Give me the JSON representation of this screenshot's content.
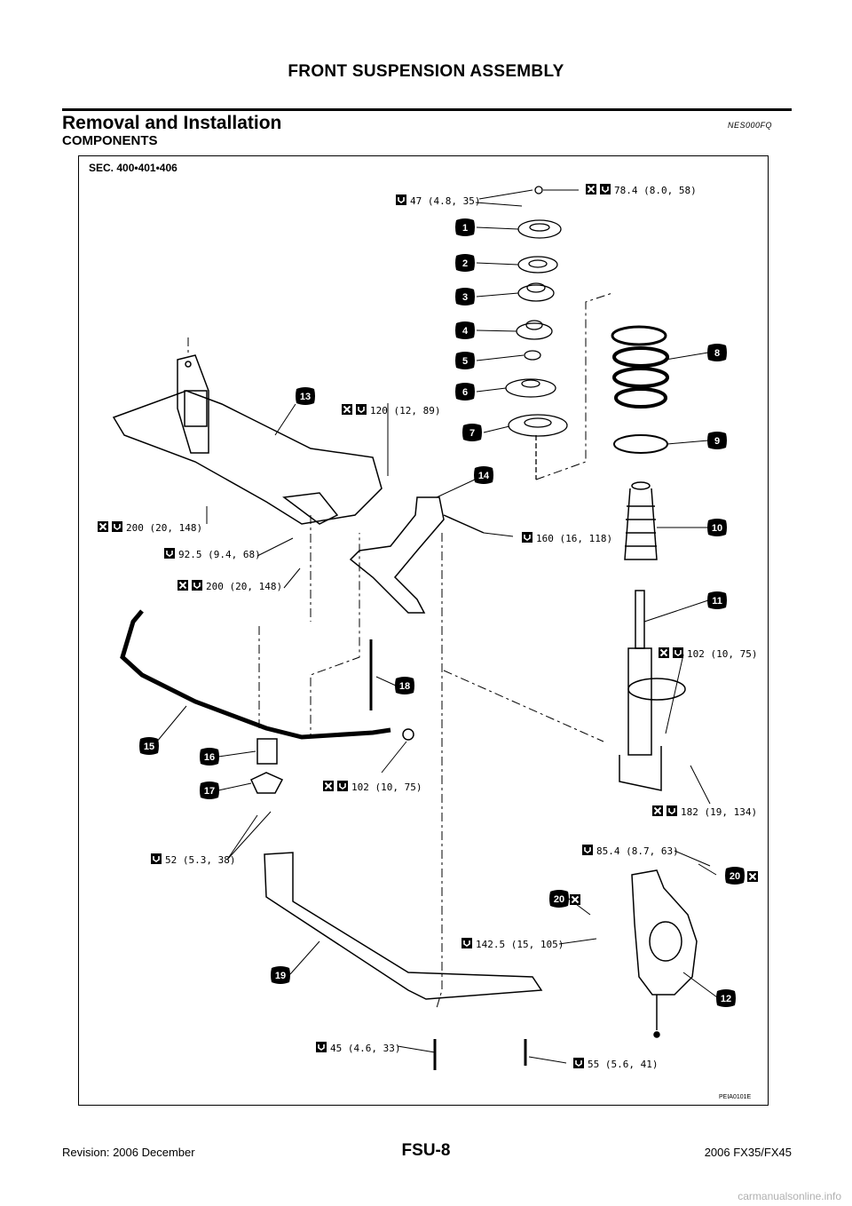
{
  "header": {
    "title": "FRONT SUSPENSION ASSEMBLY"
  },
  "section": {
    "title": "Removal and Installation",
    "code": "NES000FQ",
    "subtitle": "COMPONENTS"
  },
  "diagram": {
    "sec_label": "SEC. 400•401•406",
    "figure_id": "PEIA0101E",
    "torque_labels": [
      {
        "text": "47 (4.8, 35)",
        "replace": false
      },
      {
        "text": "78.4 (8.0, 58)",
        "replace": true
      },
      {
        "text": "120 (12, 89)",
        "replace": true
      },
      {
        "text": "200 (20, 148)",
        "replace": true
      },
      {
        "text": "92.5 (9.4, 68)",
        "replace": false
      },
      {
        "text": "200 (20, 148)",
        "replace": true
      },
      {
        "text": "160 (16, 118)",
        "replace": false
      },
      {
        "text": "102 (10, 75)",
        "replace": true
      },
      {
        "text": "102 (10, 75)",
        "replace": true
      },
      {
        "text": "182 (19, 134)",
        "replace": true
      },
      {
        "text": "52 (5.3, 38)",
        "replace": false
      },
      {
        "text": "85.4 (8.7, 63)",
        "replace": false
      },
      {
        "text": "142.5 (15, 105)",
        "replace": false
      },
      {
        "text": "45 (4.6, 33)",
        "replace": false
      },
      {
        "text": "55 (5.6, 41)",
        "replace": false
      }
    ],
    "callouts": [
      "1",
      "2",
      "3",
      "4",
      "5",
      "6",
      "7",
      "8",
      "9",
      "10",
      "11",
      "12",
      "13",
      "14",
      "15",
      "16",
      "17",
      "18",
      "19",
      "20",
      "20"
    ]
  },
  "footer": {
    "page_number": "FSU-8",
    "revision": "Revision: 2006 December",
    "model": "2006 FX35/FX45"
  },
  "watermark": "carmanualsonline.info"
}
